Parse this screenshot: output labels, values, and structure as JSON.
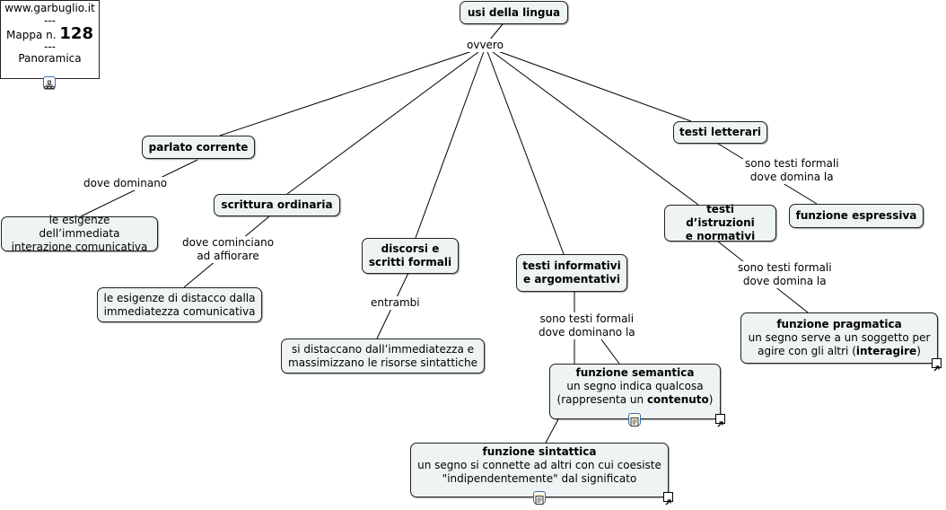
{
  "info": {
    "site": "www.garbuglio.it",
    "sep1": "---",
    "map_prefix": "Mappa n.",
    "map_number": "128",
    "sep2": "---",
    "view": "Panoramica",
    "icon": "hierarchy-map-icon"
  },
  "nodes": {
    "root": "usi della lingua",
    "parlato": "parlato corrente",
    "scrittura": "scrittura ordinaria",
    "discorsi": [
      "discorsi e",
      "scritti formali"
    ],
    "informativi": [
      "testi informativi",
      "e argomentativi"
    ],
    "istruzioni": [
      "testi d’istruzioni",
      "e normativi"
    ],
    "letterari": "testi letterari",
    "esigenze_imm": [
      "le esigenze dell’immediata",
      "interazione comunicativa"
    ],
    "esigenze_dist": [
      "le esigenze di distacco dalla",
      "immediatezza comunicativa"
    ],
    "distaccano": [
      "si distaccano dall’immediatezza e",
      "massimizzano le risorse sintattiche"
    ],
    "espressiva": "funzione espressiva",
    "pragmatica": {
      "title": "funzione pragmatica",
      "line1": "un segno serve a un soggetto per",
      "line2_pre": "agire con gli altri (",
      "line2_bold": "interagire",
      "line2_post": ")"
    },
    "semantica": {
      "title": "funzione semantica",
      "line1": "un segno indica qualcosa",
      "line2_pre": "(rappresenta un ",
      "line2_bold": "contenuto",
      "line2_post": ")"
    },
    "sintattica": {
      "title": "funzione sintattica",
      "line1": "un segno si connette ad altri con cui coesiste",
      "line2": "\"indipendentemente\" dal significato"
    }
  },
  "labels": {
    "ovvero": "ovvero",
    "dove_dominano": "dove dominano",
    "dove_cominciano": [
      "dove cominciano",
      "ad affiorare"
    ],
    "entrambi": "entrambi",
    "sono_dominano_la": [
      "sono testi formali",
      "dove dominano la"
    ],
    "sono_domina_la_istr": [
      "sono testi formali",
      "dove domina la"
    ],
    "sono_domina_la_lett": [
      "sono testi formali",
      "dove domina la"
    ]
  },
  "icons": {
    "note": "note-icon",
    "link": "link-arrow-icon"
  },
  "colors": {
    "node_fill": "#eef3f4",
    "node_border": "#222222",
    "line": "#000000",
    "icon_blue": "#3a6fb0"
  }
}
